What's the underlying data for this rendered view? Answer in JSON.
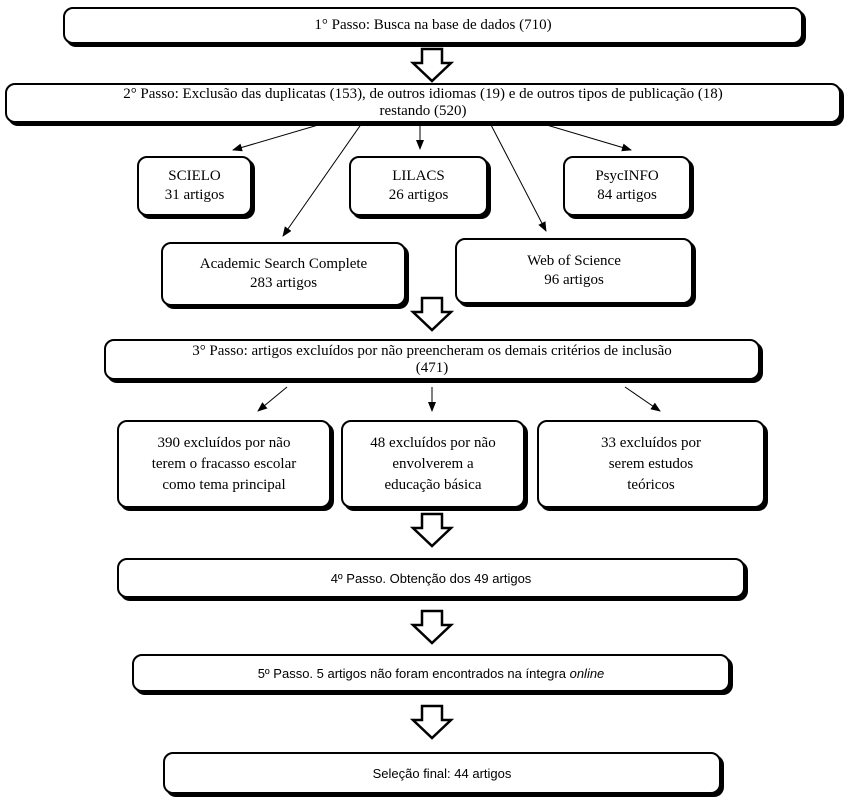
{
  "step1": {
    "text": "1° Passo: Busca na base de dados (710)"
  },
  "step2": {
    "line1": "2° Passo: Exclusão das duplicatas (153), de outros idiomas (19) e de outros tipos de publicação (18)",
    "line2": "restando (520)"
  },
  "databases": [
    {
      "name": "SCIELO",
      "count": "31 artigos"
    },
    {
      "name": "LILACS",
      "count": "26 artigos"
    },
    {
      "name": "PsycINFO",
      "count": "84 artigos"
    },
    {
      "name": "Academic Search Complete",
      "count": "283 artigos"
    },
    {
      "name": "Web of Science",
      "count": "96 artigos"
    }
  ],
  "step3": {
    "line1": "3° Passo: artigos excluídos por não preencheram os demais critérios de inclusão",
    "line2": "(471)"
  },
  "exclusions": [
    {
      "line1": "390 excluídos por não",
      "line2": "terem o fracasso escolar",
      "line3": "como tema principal"
    },
    {
      "line1": "48 excluídos por não",
      "line2": "envolverem a",
      "line3": "educação básica"
    },
    {
      "line1": "33 excluídos por",
      "line2": "serem estudos",
      "line3": "teóricos"
    }
  ],
  "step4": {
    "text": "4º Passo. Obtenção dos 49 artigos"
  },
  "step5": {
    "text": "5º Passo. 5 artigos não foram encontrados na íntegra ",
    "italic": "online"
  },
  "final": {
    "text": "Seleção final: 44 artigos"
  }
}
